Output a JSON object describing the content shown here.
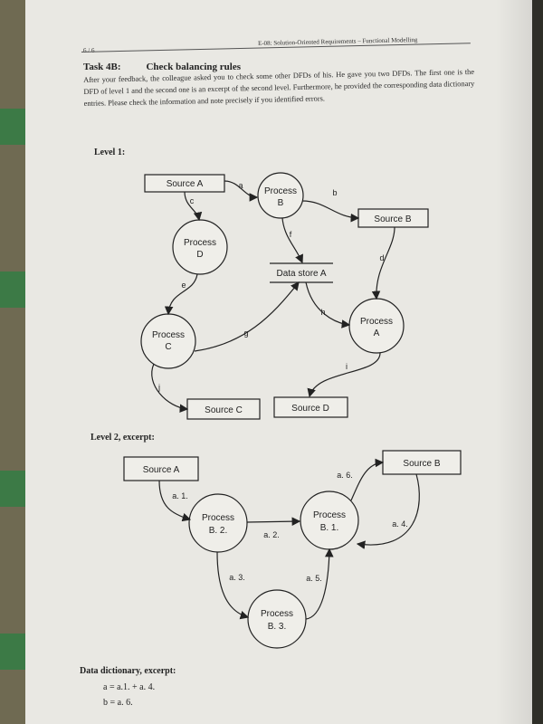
{
  "header": {
    "page_no": "6 / 6",
    "running_title": "E-08: Solution-Oriented Requirements – Functional Modelling"
  },
  "task": {
    "number": "Task 4B:",
    "title": "Check balancing rules",
    "paragraph": "After your feedback, the colleague asked you to check some other DFDs of his. He gave you two DFDs. The first one is the DFD of level 1 and the second one is an excerpt of the second level. Furthermore, he provided the corresponding data dictionary entries. Please check the information and note precisely if you identified errors."
  },
  "level1": {
    "heading": "Level 1:",
    "source_a": "Source A",
    "source_b": "Source B",
    "source_c": "Source C",
    "source_d": "Source D",
    "process_b": [
      "Process",
      "B"
    ],
    "process_d": [
      "Process",
      "D"
    ],
    "process_c": [
      "Process",
      "C"
    ],
    "process_a": [
      "Process",
      "A"
    ],
    "data_store_a": "Data store A",
    "flows": {
      "a": "a",
      "b": "b",
      "c": "c",
      "d": "d",
      "e": "e",
      "f": "f",
      "g": "g",
      "h": "h",
      "i": "i",
      "j": "j"
    }
  },
  "level2": {
    "heading": "Level 2, excerpt:",
    "source_a": "Source A",
    "source_b": "Source B",
    "process_b2": [
      "Process",
      "B. 2."
    ],
    "process_b1": [
      "Process",
      "B. 1."
    ],
    "process_b3": [
      "Process",
      "B. 3."
    ],
    "flows": {
      "a1": "a. 1.",
      "a2": "a. 2.",
      "a3": "a. 3.",
      "a4": "a. 4.",
      "a5": "a. 5.",
      "a6": "a. 6."
    }
  },
  "data_dictionary": {
    "heading": "Data dictionary, excerpt:",
    "entries": [
      "a = a.1. + a. 4.",
      "b = a. 6."
    ]
  }
}
